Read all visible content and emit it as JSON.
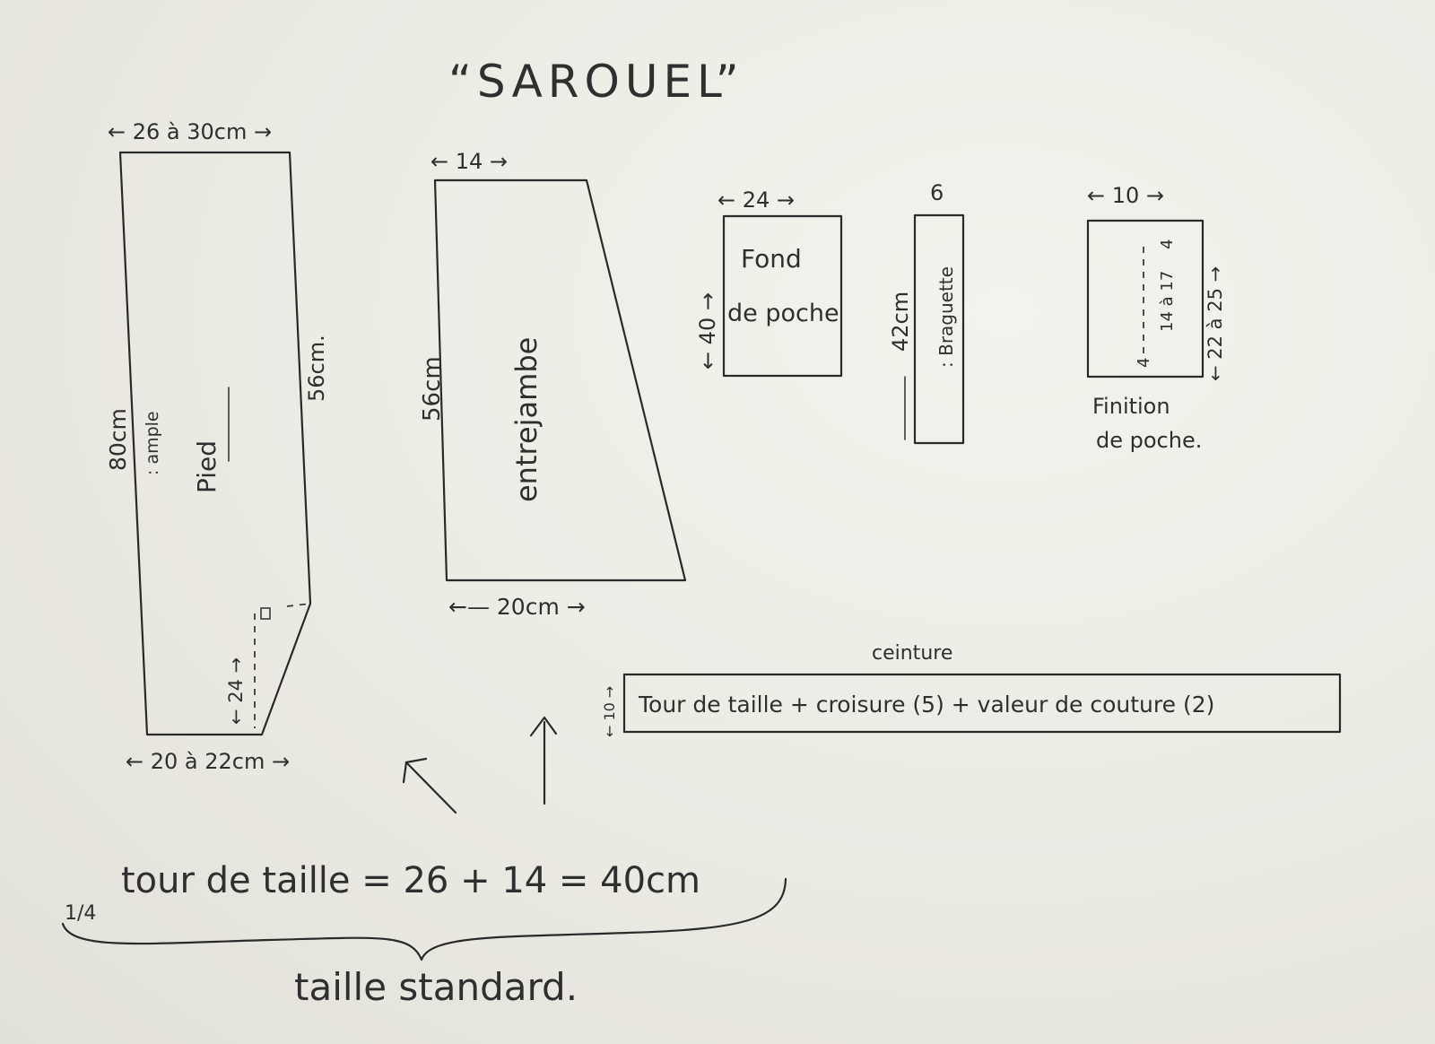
{
  "title": "“SAROUEL”",
  "pieces": {
    "pied": {
      "top_width": "← 26 à 30cm →",
      "left_height": "80cm",
      "ample_note": ": ample",
      "side_height": "56cm.",
      "name": "Pied",
      "inner_height": "← 24 →",
      "bottom_width": "← 20 à 22cm →"
    },
    "entrejambe": {
      "top_width": "← 14 →",
      "height": "56cm",
      "name": "entrejambe",
      "bottom_width": "←— 20cm →"
    },
    "fond_de_poche": {
      "top_width": "← 24 →",
      "height": "← 40 →",
      "name_line1": "Fond",
      "name_line2": "de poche"
    },
    "braguette": {
      "top_width": "6",
      "height": "42cm",
      "name": ": Braguette"
    },
    "finition_de_poche": {
      "top_width": "← 10 →",
      "height": "← 22 à 25 →",
      "mark_top": "4",
      "mark_middle": "14 à 17",
      "mark_bottom": "4",
      "name_line1": "Finition",
      "name_line2": "de poche."
    },
    "ceinture": {
      "label": "ceinture",
      "height": "← 10 →",
      "formula": "Tour de taille + croisure (5) + valeur de couture (2)"
    }
  },
  "notes": {
    "fraction": "1/4",
    "waist_formula": "tour de taille = 26 + 14 = 40cm",
    "taille_standard": "taille standard."
  },
  "colors": {
    "paper": "#ebeae3",
    "ink": "#2f2f2f"
  }
}
